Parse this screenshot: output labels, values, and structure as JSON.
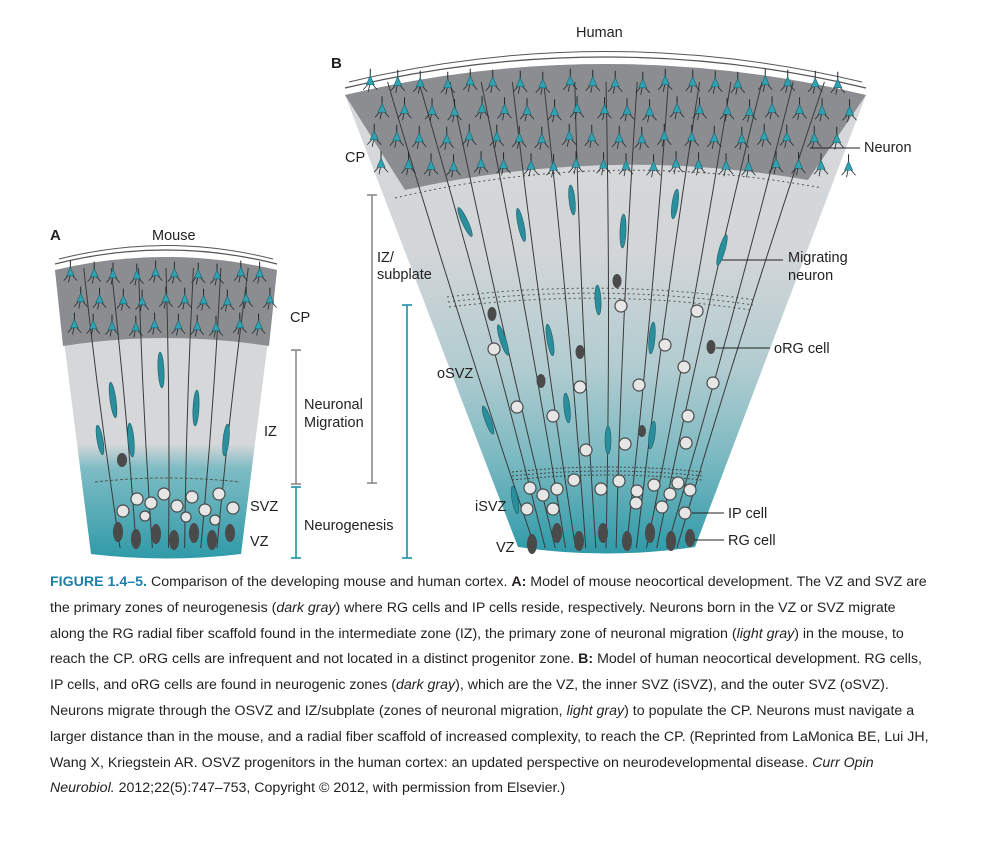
{
  "diagram": {
    "panel_a": {
      "letter": "A",
      "title": "Mouse",
      "zone_labels": {
        "cp": "CP",
        "iz": "IZ",
        "svz": "SVZ",
        "vz": "VZ"
      },
      "bracket_labels": {
        "migration_1": "Neuronal",
        "migration_2": "Migration",
        "neurogenesis": "Neurogenesis"
      }
    },
    "panel_b": {
      "letter": "B",
      "title": "Human",
      "zone_labels": {
        "cp": "CP",
        "iz_1": "IZ/",
        "iz_2": "subplate",
        "osvz": "oSVZ",
        "isvz": "iSVZ",
        "vz": "VZ"
      },
      "callouts": {
        "neuron": "Neuron",
        "migrating_1": "Migrating",
        "migrating_2": "neuron",
        "org": "oRG cell",
        "ip": "IP cell",
        "rg": "RG cell"
      }
    },
    "colors": {
      "cp_gray": "#8c8d90",
      "migration_gray": "#d6d7d9",
      "teal_dark": "#2f9aa8",
      "neuron_teal": "#2a8e9c",
      "bracket_gray": "#8a8a8a",
      "bracket_teal": "#1c8fa8",
      "caption_blue": "#1e7fa8"
    }
  },
  "caption": {
    "figure_label": "FIGURE 1.4–5.",
    "t1": " Comparison of the developing mouse and human cortex. ",
    "a_label": "A:",
    "t2": " Model of mouse neocortical development. The VZ and SVZ are the primary zones of neurogenesis (",
    "dark_gray_1": "dark gray",
    "t3": ") where RG cells and IP cells reside, respectively. Neurons born in the VZ or SVZ migrate along the RG radial fiber scaffold found in the intermediate zone (IZ), the primary zone of neuronal migration (",
    "light_gray_1": "light gray",
    "t4": ") in the mouse, to reach the CP. oRG cells are infrequent and not located in a distinct progenitor zone. ",
    "b_label": "B:",
    "t5": " Model of human neocortical development. RG cells, IP cells, and oRG cells are found in neurogenic zones (",
    "dark_gray_2": "dark gray",
    "t6": "), which are the VZ, the inner SVZ (iSVZ), and the outer SVZ (oSVZ). Neurons migrate through the OSVZ and IZ/subplate (zones of neuronal migration, ",
    "light_gray_2": "light gray",
    "t7": ") to populate the CP. Neurons must navigate a larger distance than in the mouse, and a radial fiber scaffold of increased complexity, to reach the CP. (Reprinted from LaMonica BE, Lui JH, Wang X, Kriegstein AR. OSVZ progenitors in the human cortex: an updated perspective on neurodevelopmental disease. ",
    "journal": "Curr Opin Neurobiol.",
    "t8": " 2012;22(5):747–753, Copyright © 2012, with permission from Elsevier.)"
  }
}
